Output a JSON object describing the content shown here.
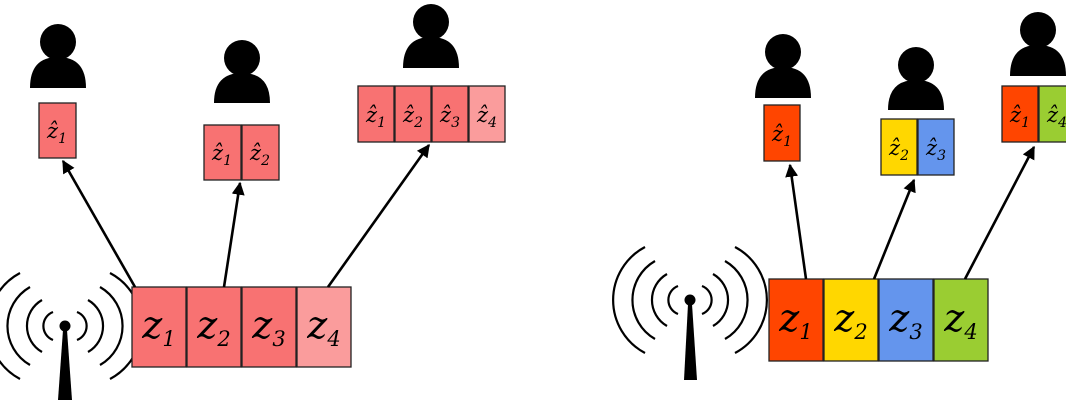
{
  "colors": {
    "left_base": "#f87272",
    "left_light": "#fa9c9c",
    "red": "#ff4500",
    "yellow": "#ffd700",
    "blue": "#6495ed",
    "green": "#9acd32",
    "ink": "#000000"
  },
  "icons": {
    "user": "user-icon",
    "antenna": "antenna-icon"
  },
  "left": {
    "source_labels": [
      "z",
      "z",
      "z",
      "z"
    ],
    "source_subscripts": [
      "1",
      "2",
      "3",
      "4"
    ],
    "users": [
      {
        "labels": [
          "ẑ"
        ],
        "subscripts": [
          "1"
        ]
      },
      {
        "labels": [
          "ẑ",
          "ẑ"
        ],
        "subscripts": [
          "1",
          "2"
        ]
      },
      {
        "labels": [
          "ẑ",
          "ẑ",
          "ẑ",
          "ẑ"
        ],
        "subscripts": [
          "1",
          "2",
          "3",
          "4"
        ]
      }
    ]
  },
  "right": {
    "source_labels": [
      "z",
      "z",
      "z",
      "z"
    ],
    "source_subscripts": [
      "1",
      "2",
      "3",
      "4"
    ],
    "users": [
      {
        "labels": [
          "ẑ"
        ],
        "subscripts": [
          "1"
        ]
      },
      {
        "labels": [
          "ẑ",
          "ẑ"
        ],
        "subscripts": [
          "2",
          "3"
        ]
      },
      {
        "labels": [
          "ẑ",
          "ẑ"
        ],
        "subscripts": [
          "1",
          "4"
        ]
      }
    ]
  }
}
